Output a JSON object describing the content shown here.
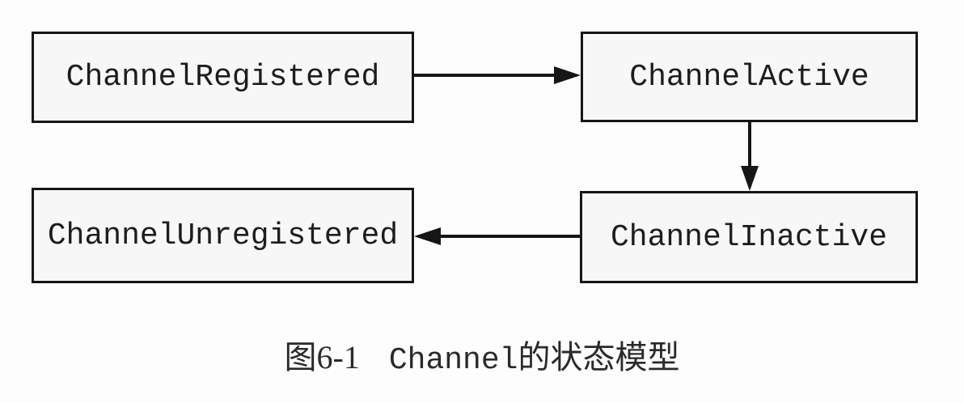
{
  "figure": {
    "nodes": [
      {
        "id": "channel-registered",
        "label": "ChannelRegistered"
      },
      {
        "id": "channel-active",
        "label": "ChannelActive"
      },
      {
        "id": "channel-unregistered",
        "label": "ChannelUnregistered"
      },
      {
        "id": "channel-inactive",
        "label": "ChannelInactive"
      }
    ],
    "edges": [
      {
        "from": "ChannelRegistered",
        "to": "ChannelActive",
        "direction": "right"
      },
      {
        "from": "ChannelActive",
        "to": "ChannelInactive",
        "direction": "down"
      },
      {
        "from": "ChannelInactive",
        "to": "ChannelUnregistered",
        "direction": "left"
      }
    ],
    "caption": {
      "figure_label": "图6-1",
      "code_text": "Channel",
      "suffix_text": "的状态模型",
      "full_text": "图6-1 Channel的状态模型"
    },
    "colors": {
      "line": "#161616",
      "node_fill": "#f7f7f7",
      "background": "#fdfdfd",
      "text": "#1d1d1d"
    }
  }
}
